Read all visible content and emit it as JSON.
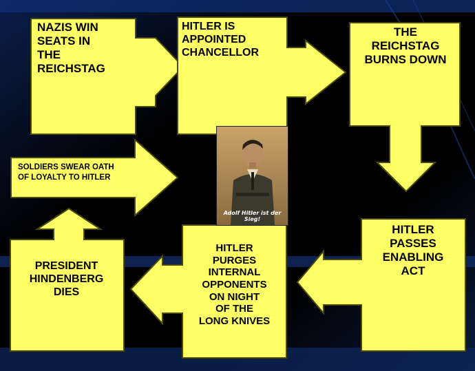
{
  "steps": {
    "nazis_win": "NAZIS WIN\nSEATS IN\nTHE\nREICHSTAG",
    "appointed": "HITLER IS\nAPPOINTED\nCHANCELLOR",
    "reichstag_burns": "THE\nREICHSTAG\nBURNS DOWN",
    "enabling_act": "HITLER\nPASSES\nENABLING\nACT",
    "purges": "HITLER\nPURGES\nINTERNAL\nOPPONENTS\nON NIGHT\nOF THE\nLONG KNIVES",
    "hindenberg": "PRESIDENT\nHINDENBERG\nDIES",
    "soldiers_oath": "SOLDIERS SWEAR OATH\nOF LOYALTY TO HITLER"
  },
  "portrait": {
    "caption": "Adolf Hitler ist der Sieg!"
  },
  "colors": {
    "box_fill": "#ffff66",
    "background": "#000000",
    "accent_blue": "#0d2a6b"
  }
}
